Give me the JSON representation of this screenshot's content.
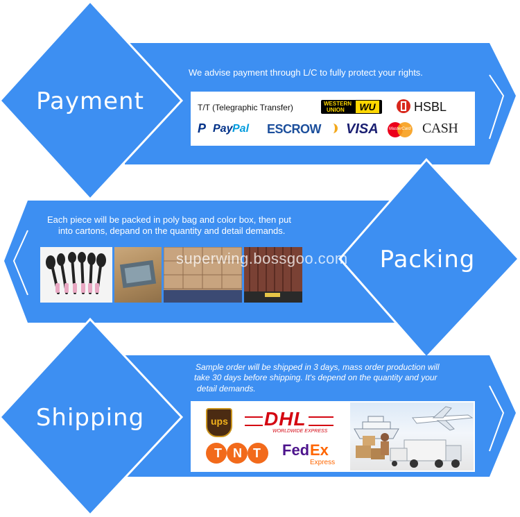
{
  "colors": {
    "brand_blue": "#3d8ff2",
    "light_blue": "#6fb0f5"
  },
  "payment": {
    "title": "Payment",
    "text": "We advise payment through L/C to fully protect your rights.",
    "methods": {
      "tt": "T/T (Telegraphic Transfer)",
      "wu_line1": "WESTERN",
      "wu_line2": "UNION",
      "wu_mark": "WU",
      "hsbc": "HSBL",
      "paypal_pay": "Pay",
      "paypal_pal": "Pal",
      "escrow": "ESCROW",
      "visa": "VISA",
      "mastercard": "MasterCard",
      "cash": "CASH"
    }
  },
  "packing": {
    "title": "Packing",
    "text_line1": "Each piece will be packed in poly bag and color box, then put",
    "text_line2": "into cartons, depand on the quantity and detail demands."
  },
  "watermark": "superwing.bossgoo.com",
  "shipping": {
    "title": "Shipping",
    "text_line1": "Sample order will be shipped in 3 days, mass order production will",
    "text_line2": "take 30 days before shipping. It's depend on the quantity and your",
    "text_line3": "detail demands.",
    "carriers": {
      "ups": "ups",
      "dhl": "DHL",
      "dhl_sub": "WORLDWIDE EXPRESS",
      "tnt": "TNT",
      "fedex_fed": "Fed",
      "fedex_ex": "Ex",
      "fedex_sub": "Express"
    }
  }
}
